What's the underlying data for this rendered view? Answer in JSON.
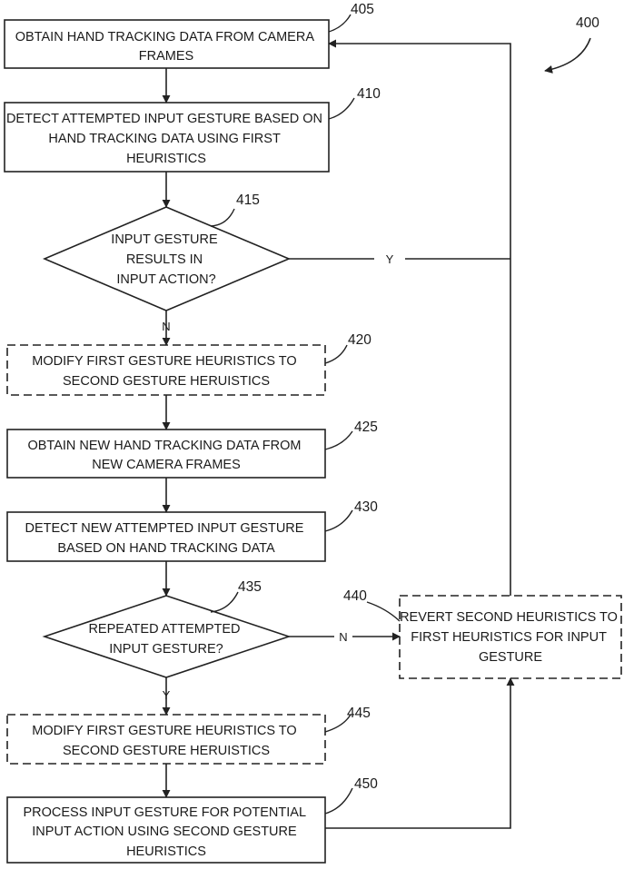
{
  "figure_number": "400",
  "nodes": [
    {
      "id": "405",
      "ref": "405",
      "lines": [
        "OBTAIN HAND TRACKING DATA FROM CAMERA",
        "FRAMES"
      ]
    },
    {
      "id": "410",
      "ref": "410",
      "lines": [
        "DETECT ATTEMPTED INPUT GESTURE BASED ON",
        "HAND TRACKING DATA USING FIRST",
        "HEURISTICS"
      ]
    },
    {
      "id": "415",
      "ref": "415",
      "lines": [
        "INPUT GESTURE",
        "RESULTS IN",
        "INPUT ACTION?"
      ]
    },
    {
      "id": "420",
      "ref": "420",
      "lines": [
        "MODIFY FIRST GESTURE HEURISTICS TO",
        "SECOND GESTURE HERUISTICS"
      ]
    },
    {
      "id": "425",
      "ref": "425",
      "lines": [
        "OBTAIN NEW HAND TRACKING DATA FROM",
        "NEW CAMERA FRAMES"
      ]
    },
    {
      "id": "430",
      "ref": "430",
      "lines": [
        "DETECT NEW ATTEMPTED INPUT GESTURE",
        "BASED ON HAND TRACKING DATA"
      ]
    },
    {
      "id": "435",
      "ref": "435",
      "lines": [
        "REPEATED ATTEMPTED",
        "INPUT GESTURE?"
      ]
    },
    {
      "id": "440",
      "ref": "440",
      "lines": [
        "REVERT SECOND HEURISTICS TO",
        "FIRST HEURISTICS FOR INPUT",
        "GESTURE"
      ]
    },
    {
      "id": "445",
      "ref": "445",
      "lines": [
        "MODIFY FIRST GESTURE HEURISTICS TO",
        "SECOND GESTURE HERUISTICS"
      ]
    },
    {
      "id": "450",
      "ref": "450",
      "lines": [
        "PROCESS INPUT GESTURE FOR POTENTIAL",
        "INPUT ACTION USING SECOND GESTURE",
        "HEURISTICS"
      ]
    }
  ],
  "edge_labels": {
    "yes_415": "Y",
    "no_415": "N",
    "no_435": "N",
    "yes_435": "Y"
  },
  "colors": {
    "stroke": "#222222",
    "text": "#1a1a1a",
    "background": "#ffffff"
  }
}
